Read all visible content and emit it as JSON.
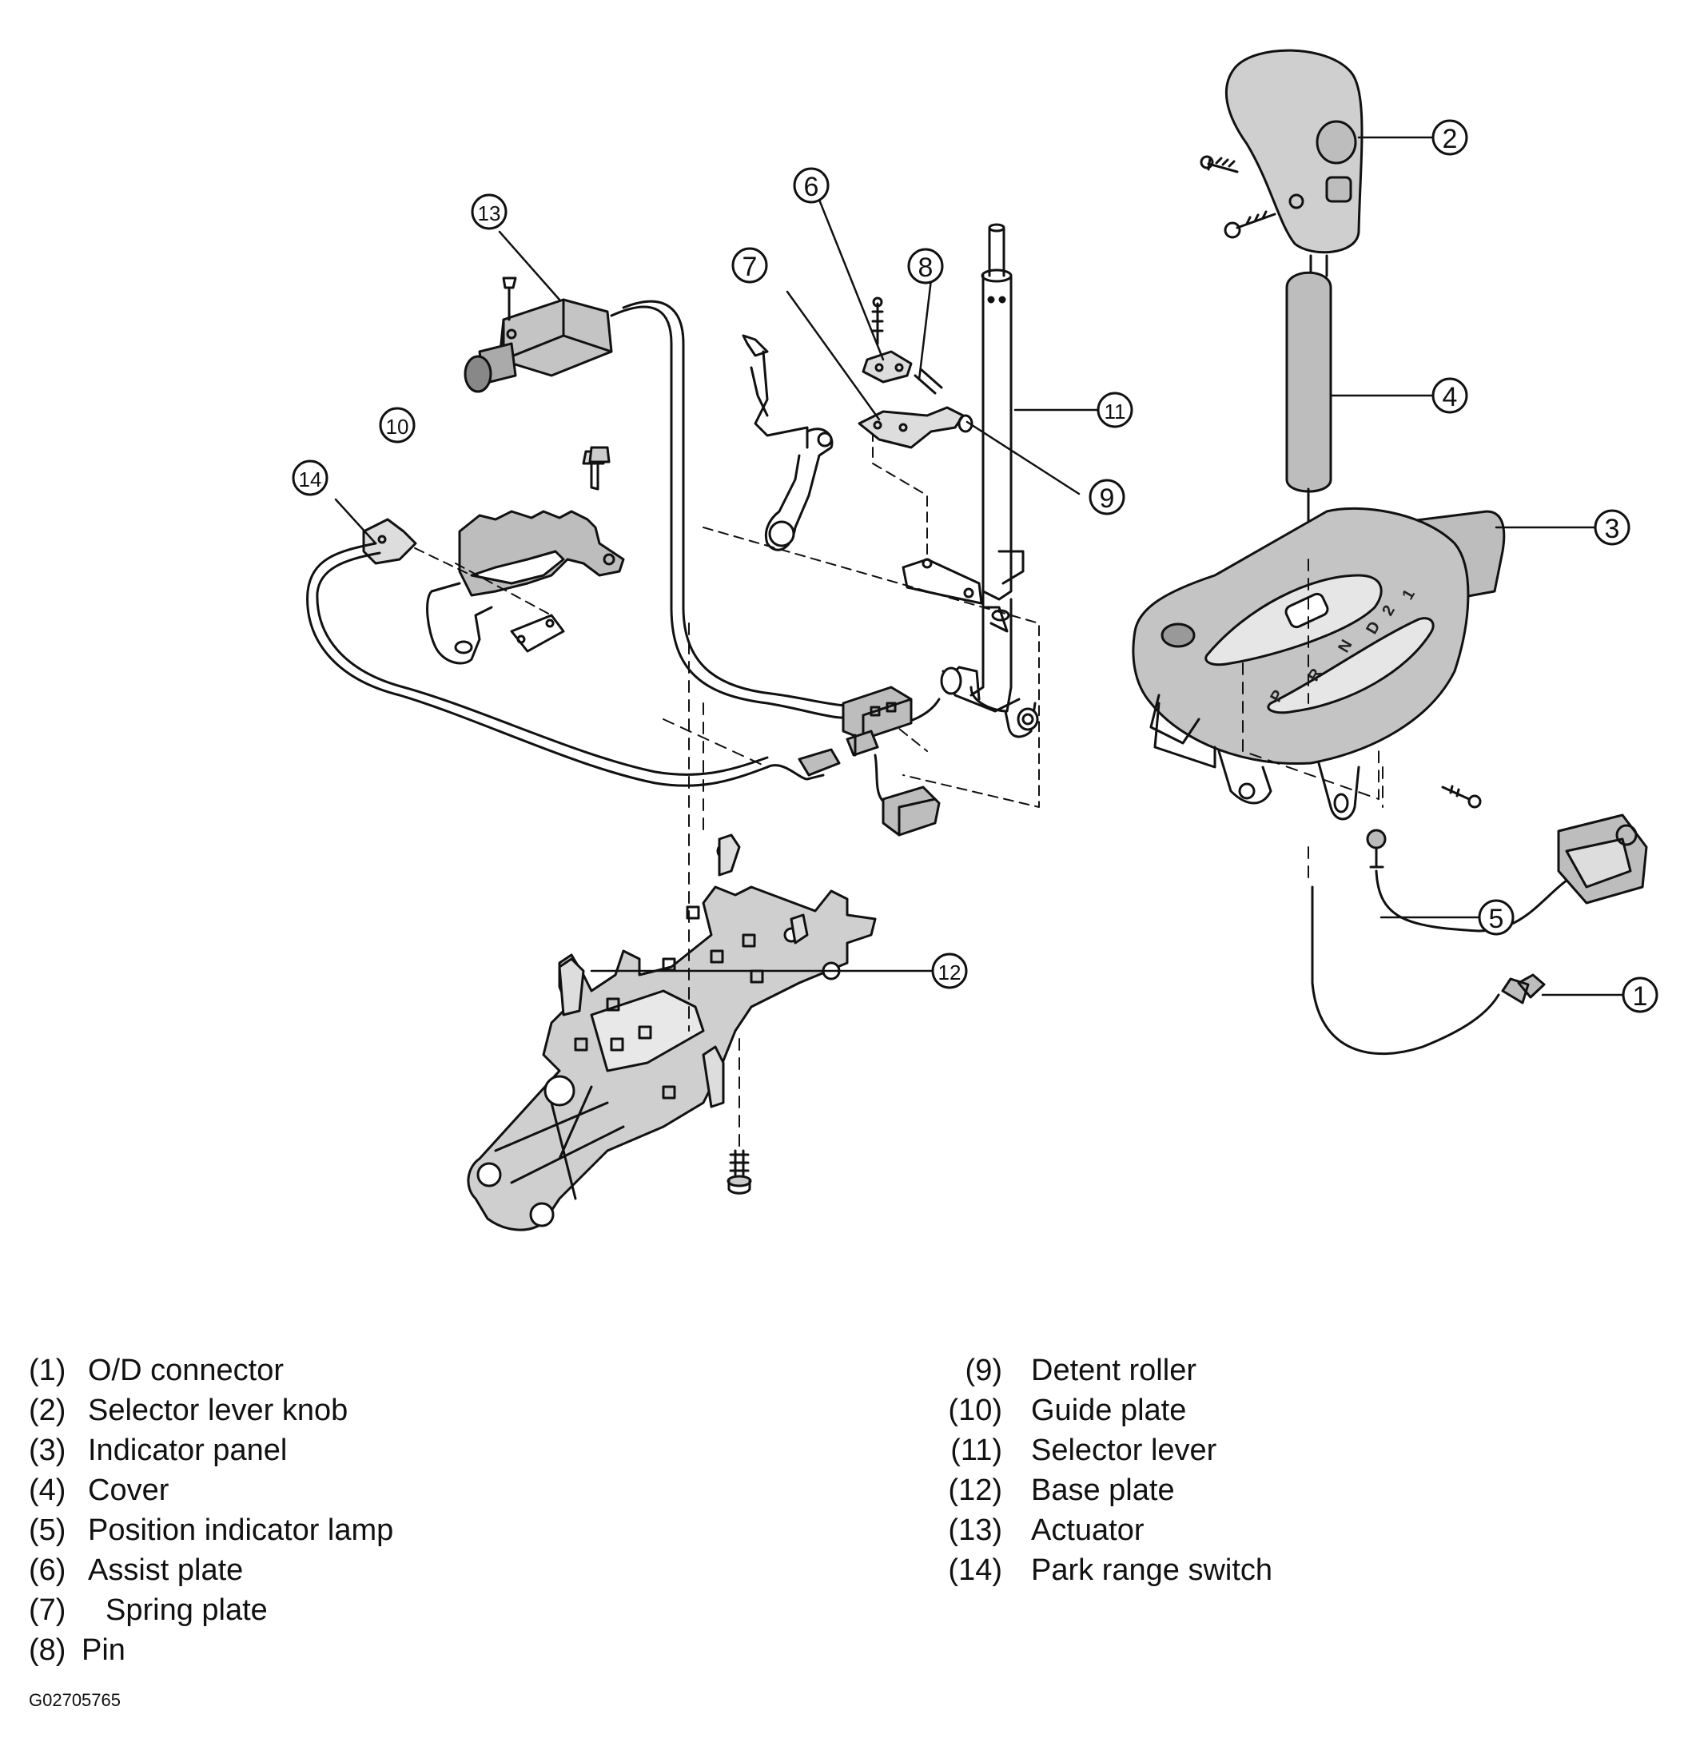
{
  "callouts": [
    {
      "num": "1"
    },
    {
      "num": "2"
    },
    {
      "num": "3"
    },
    {
      "num": "4"
    },
    {
      "num": "5"
    },
    {
      "num": "6"
    },
    {
      "num": "7"
    },
    {
      "num": "8"
    },
    {
      "num": "9"
    },
    {
      "num": "10"
    },
    {
      "num": "11"
    },
    {
      "num": "12"
    },
    {
      "num": "13"
    },
    {
      "num": "14"
    }
  ],
  "legend": {
    "left": [
      {
        "num": "(1)",
        "label": "O/D connector"
      },
      {
        "num": "(2)",
        "label": "Selector lever knob"
      },
      {
        "num": "(3)",
        "label": "Indicator panel"
      },
      {
        "num": "(4)",
        "label": "Cover"
      },
      {
        "num": "(5)",
        "label": "Position indicator lamp"
      },
      {
        "num": "(6)",
        "label": "Assist plate"
      },
      {
        "num": "(7)",
        "label": "Spring plate"
      },
      {
        "num": "(8)",
        "label": "Pin"
      }
    ],
    "right": [
      {
        "num": "(9)",
        "label": "Detent roller"
      },
      {
        "num": "(10)",
        "label": "Guide plate"
      },
      {
        "num": "(11)",
        "label": "Selector lever"
      },
      {
        "num": "(12)",
        "label": "Base plate"
      },
      {
        "num": "(13)",
        "label": "Actuator"
      },
      {
        "num": "(14)",
        "label": "Park range switch"
      }
    ]
  },
  "gear_positions": [
    "P",
    "R",
    "N",
    "D",
    "2",
    "1"
  ],
  "figure_code": "G02705765"
}
